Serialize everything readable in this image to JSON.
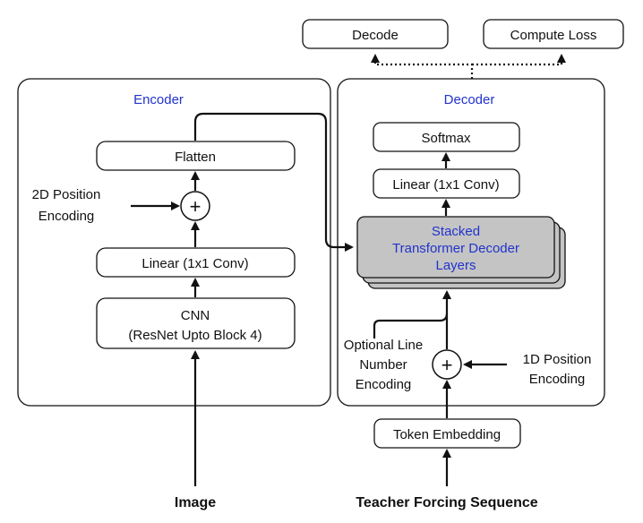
{
  "encoder": {
    "title": "Encoder",
    "flatten": "Flatten",
    "pos_enc_line1": "2D Position",
    "pos_enc_line2": "Encoding",
    "plus": "+",
    "linear": "Linear (1x1 Conv)",
    "cnn_line1": "CNN",
    "cnn_line2": "(ResNet Upto Block 4)"
  },
  "decoder": {
    "title": "Decoder",
    "softmax": "Softmax",
    "linear": "Linear (1x1 Conv)",
    "stack_line1": "Stacked",
    "stack_line2": "Transformer Decoder",
    "stack_line3": "Layers",
    "plus": "+",
    "optional_line1": "Optional Line",
    "optional_line2": "Number",
    "optional_line3": "Encoding",
    "pos_enc_line1": "1D Position",
    "pos_enc_line2": "Encoding",
    "token_embedding": "Token Embedding"
  },
  "outputs": {
    "decode": "Decode",
    "compute_loss": "Compute Loss"
  },
  "inputs": {
    "image": "Image",
    "teacher_forcing": "Teacher Forcing Sequence"
  },
  "colors": {
    "title_blue": "#2233cc",
    "stack_fill": "#c4c4c4",
    "stroke": "#111111"
  }
}
